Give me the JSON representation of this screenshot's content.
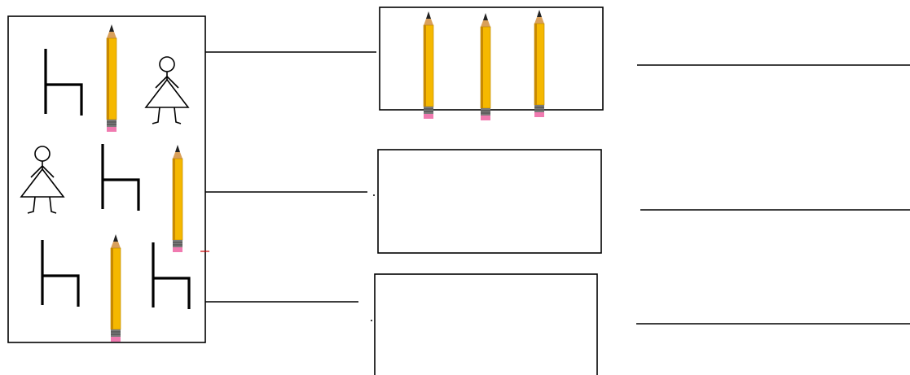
{
  "worksheet": {
    "source_box": {
      "rows": [
        {
          "items": [
            "chair-icon",
            "pencil-icon",
            "girl-icon"
          ]
        },
        {
          "items": [
            "girl-icon",
            "chair-icon",
            "pencil-icon"
          ]
        },
        {
          "items": [
            "chair-icon",
            "pencil-icon",
            "chair-icon"
          ]
        }
      ]
    },
    "target_boxes": [
      {
        "group": "pencils",
        "items": [
          "pencil-icon",
          "pencil-icon",
          "pencil-icon"
        ],
        "count": 3
      },
      {
        "group": "empty",
        "items": []
      },
      {
        "group": "empty",
        "items": []
      }
    ],
    "answer_lines": [
      {
        "value": ""
      },
      {
        "value": ""
      },
      {
        "value": ""
      }
    ],
    "colors": {
      "stroke": "#000000",
      "pencil_body": "#f5b800",
      "pencil_shade": "#c98a00",
      "eraser": "#f07ab0",
      "ferrule": "#7a7a7a",
      "marker": "#cc0000"
    }
  }
}
